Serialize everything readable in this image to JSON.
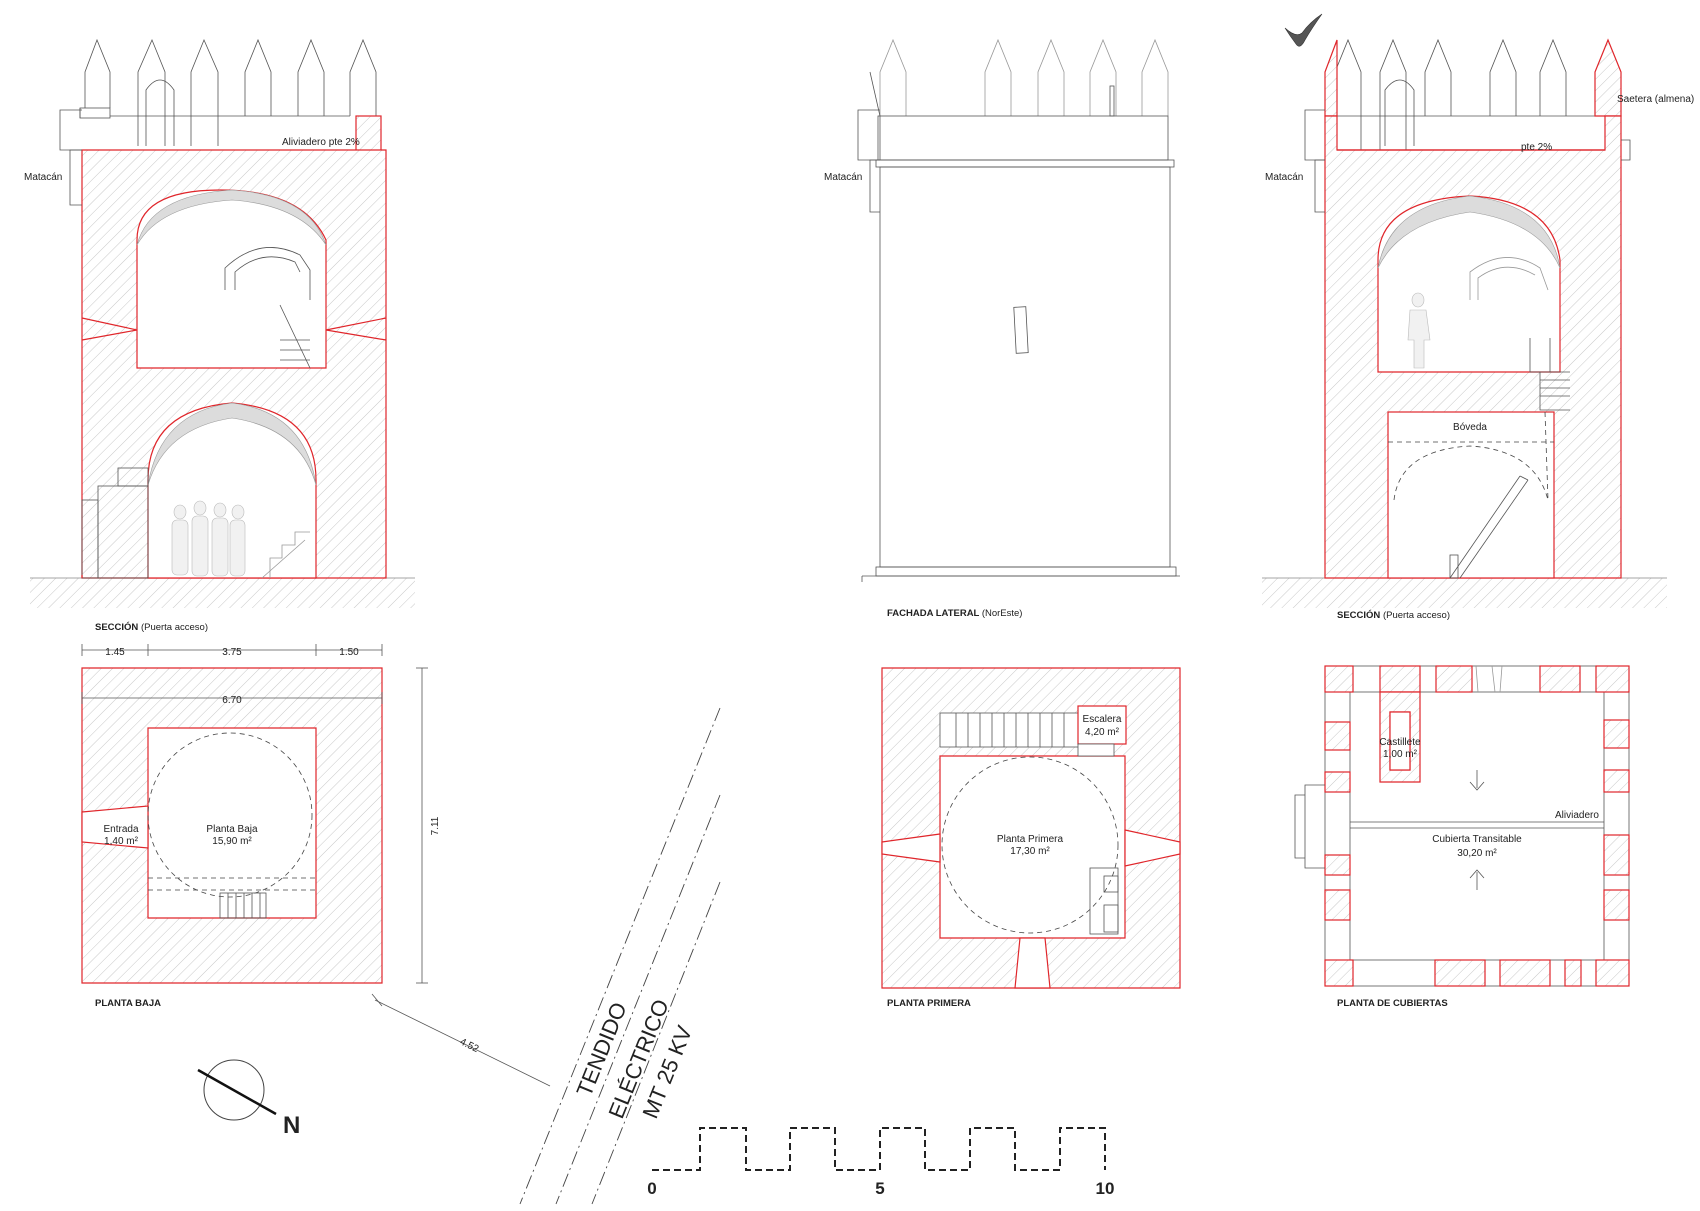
{
  "labels": {
    "matacan": "Matacán",
    "aliviadero_pte": "Aliviadero pte 2%",
    "pte": "pte 2%",
    "saetera": "Saetera (almena)",
    "boveda": "Bóveda",
    "entrada": "Entrada",
    "entrada_area": "1,40 m²",
    "planta_baja": "Planta Baja",
    "planta_baja_area": "15,90 m²",
    "planta_primera": "Planta Primera",
    "planta_primera_area": "17,30 m²",
    "escalera": "Escalera",
    "escalera_area": "4,20 m²",
    "castillete": "Castillete",
    "castillete_area": "1,00 m²",
    "aliviadero": "Aliviadero",
    "cubierta": "Cubierta Transitable",
    "cubierta_area": "30,20 m²"
  },
  "titles": {
    "seccion": "SECCIÓN",
    "seccion_sub": "(Puerta acceso)",
    "fachada": "FACHADA LATERAL",
    "fachada_sub": "(NorEste)",
    "planta_baja": "PLANTA BAJA",
    "planta_primera": "PLANTA PRIMERA",
    "planta_cubiertas": "PLANTA DE CUBIERTAS"
  },
  "dimensions": {
    "d1": "1.45",
    "d2": "3.75",
    "d3": "1.50",
    "total_width": "6.70",
    "height": "7.11",
    "distance": "4.52"
  },
  "power_line": {
    "line1": "TENDIDO",
    "line2": "ELÉCTRICO",
    "line3": "MT 25 KV"
  },
  "scale": {
    "ticks": [
      "0",
      "5",
      "10"
    ]
  },
  "north": "N",
  "colors": {
    "cut_line": "#e0262b",
    "line": "#444444"
  }
}
